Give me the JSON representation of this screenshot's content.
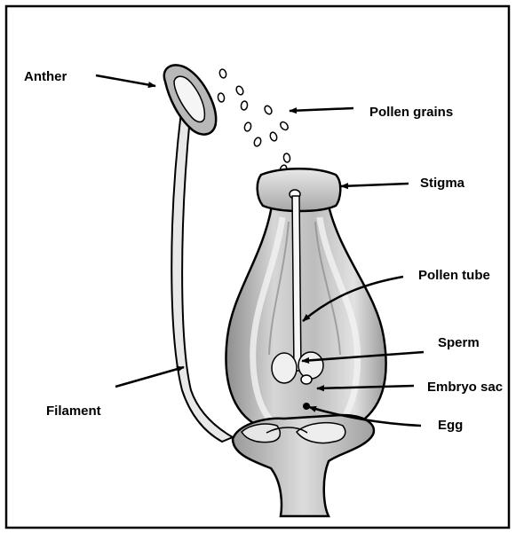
{
  "diagram": {
    "labels": {
      "anther": "Anther",
      "pollen_grains": "Pollen grains",
      "stigma": "Stigma",
      "pollen_tube": "Pollen tube",
      "sperm": "Sperm",
      "embryo_sac": "Embryo sac",
      "egg": "Egg",
      "filament": "Filament"
    },
    "colors": {
      "border": "#000000",
      "fill_light": "#e4e4e4",
      "fill_mid": "#c4c4c4",
      "fill_dark": "#9a9a9a",
      "highlight": "#f7f7f7"
    }
  }
}
